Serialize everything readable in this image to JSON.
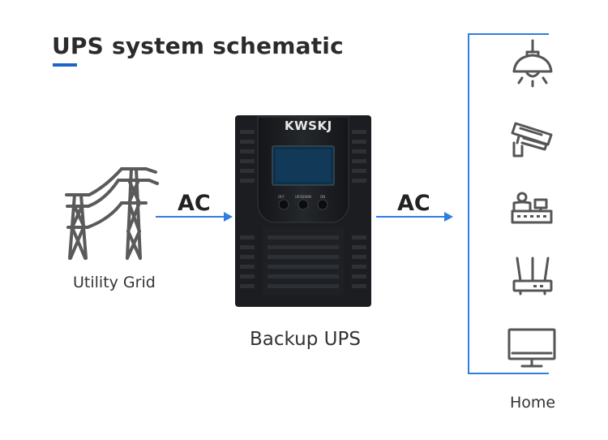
{
  "title": "UPS system schematic",
  "nodes": {
    "grid_label": "Utility Grid",
    "ups_label": "Backup UPS",
    "ups_brand": "KWSKJ",
    "ups_buttons": [
      "OFF",
      "UP/DOWN",
      "ON"
    ],
    "home_label": "Home"
  },
  "arrows": {
    "left_label": "AC",
    "right_label": "AC"
  },
  "home_devices": [
    "ceiling-lamp-icon",
    "security-camera-icon",
    "cash-register-icon",
    "wifi-router-icon",
    "monitor-icon"
  ],
  "colors": {
    "accent": "#1f63c6",
    "arrow": "#2f7ee0",
    "icon": "#555555",
    "ups_body": "#1b1d20"
  }
}
